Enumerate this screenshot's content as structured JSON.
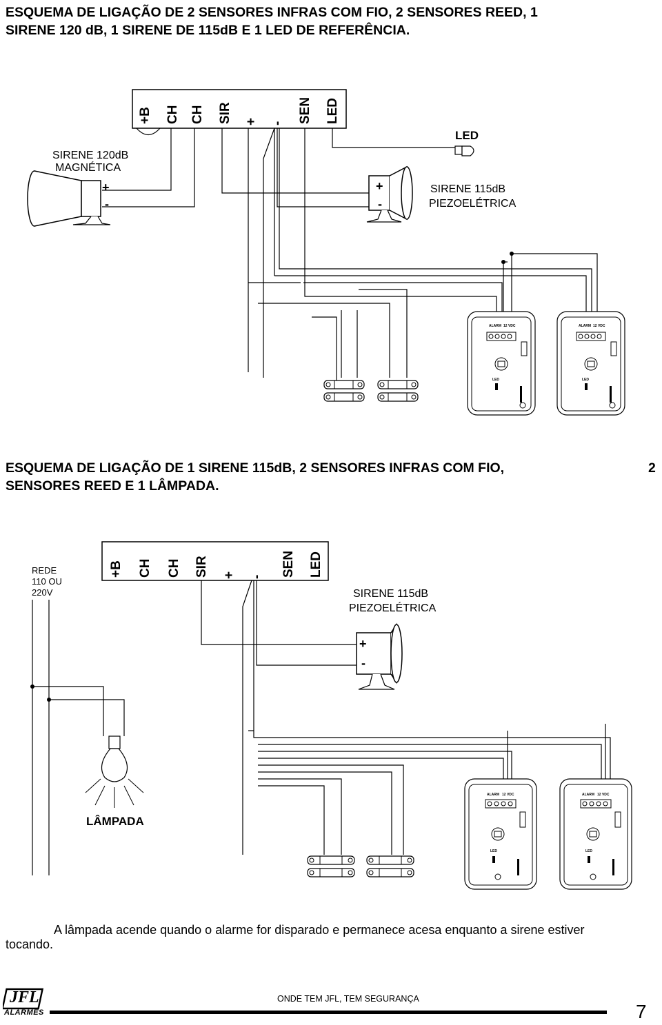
{
  "diagram1": {
    "title_line1": "ESQUEMA DE LIGAÇÃO DE 2 SENSORES INFRAS COM FIO, 2 SENSORES REED, 1",
    "title_line2": "SIRENE 120 dB, 1 SIRENE DE 115dB E 1 LED DE REFERÊNCIA.",
    "terminals": [
      "+B",
      "CH",
      "CH",
      "SIR",
      "+",
      "-",
      "SEN",
      "LED"
    ],
    "siren_magnetic_line1": "SIRENE 120dB",
    "siren_magnetic_line2": "MAGNÉTICA",
    "siren_piezo_line1": "SIRENE 115dB",
    "siren_piezo_line2": "PIEZOELÉTRICA",
    "led_label": "LED",
    "plus": "+",
    "minus": "-"
  },
  "diagram2": {
    "title_line1": "ESQUEMA DE LIGAÇÃO DE 1 SIRENE 115dB, 2 SENSORES INFRAS COM FIO,",
    "title_line1_end": "2",
    "title_line2": "SENSORES REED  E 1 LÂMPADA.",
    "terminals": [
      "+B",
      "CH",
      "CH",
      "SIR",
      "+",
      "-",
      "SEN",
      "LED"
    ],
    "rede_line1": "REDE",
    "rede_line2": "110 OU",
    "rede_line3": "220V",
    "siren_piezo_line1": "SIRENE 115dB",
    "siren_piezo_line2": "PIEZOELÉTRICA",
    "lamp_label": "LÂMPADA",
    "plus": "+",
    "minus": "-"
  },
  "sensor": {
    "top_left": "ALARM",
    "top_right": "12 VDC",
    "led": "LED"
  },
  "note": {
    "text": "A lâmpada acende quando o alarme for disparado e permanece acesa enquanto a sirene estiver",
    "text_end": "tocando."
  },
  "footer": {
    "logo": "JFL",
    "logo_sub": "ALARMES",
    "slogan": "ONDE TEM JFL, TEM SEGURANÇA",
    "page_number": "7"
  }
}
